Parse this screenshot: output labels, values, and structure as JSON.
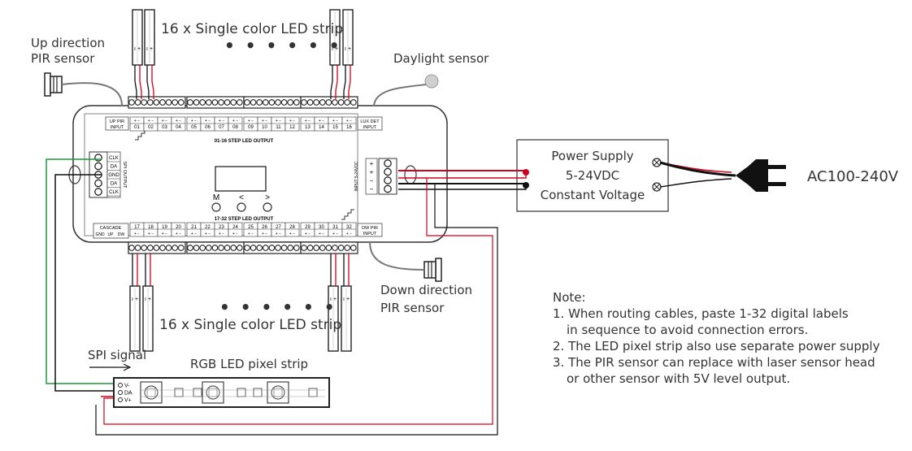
{
  "labels": {
    "up_pir": [
      "Up direction",
      "PIR sensor"
    ],
    "down_pir": [
      "Down direction",
      "PIR sensor"
    ],
    "daylight": "Daylight sensor",
    "strip_top": "16 x Single color LED strip",
    "strip_bottom": "16 x Single color LED strip",
    "dots": "• • • • • •",
    "spi_signal": "SPI signal",
    "pixel_strip": "RGB LED pixel strip",
    "ac": "AC100-240V"
  },
  "psu": {
    "lines": [
      "Power Supply",
      "5-24VDC",
      "Constant Voltage"
    ]
  },
  "controller": {
    "top_left_block": [
      "UP PIR",
      "INPUT"
    ],
    "top_right_block": [
      "LUX DET",
      "INPUT"
    ],
    "bottom_left_block": "CASCADE",
    "bottom_left_pins": [
      "GND",
      "UP",
      "DW"
    ],
    "bottom_right_block": [
      "DW PIR",
      "INPUT"
    ],
    "top_channels": [
      "01",
      "02",
      "03",
      "04",
      "05",
      "06",
      "07",
      "08",
      "09",
      "10",
      "11",
      "12",
      "13",
      "14",
      "15",
      "16"
    ],
    "bottom_channels": [
      "17",
      "18",
      "19",
      "20",
      "21",
      "22",
      "23",
      "24",
      "25",
      "26",
      "27",
      "28",
      "29",
      "30",
      "31",
      "32"
    ],
    "top_section_label": "01-16 STEP LED OUTPUT",
    "bottom_section_label": "17-32 STEP LED OUTPUT",
    "spi_pins": [
      "CLK",
      "DA",
      "GND",
      "DA",
      "CLK"
    ],
    "spi_side_label": "SPI OUTPUT",
    "input_side_label": "INPUT 5-24VDC",
    "input_pins": [
      "+",
      "+",
      "−",
      "−"
    ],
    "buttons": [
      "M",
      "<",
      ">"
    ]
  },
  "pixel_strip_pins": [
    "V-",
    "DA",
    "V+"
  ],
  "notes": {
    "title": "Note:",
    "items": [
      {
        "lines": [
          "1. When routing cables, paste 1-32 digital labels",
          "in sequence to avoid connection errors."
        ]
      },
      {
        "lines": [
          "2. The LED pixel strip also use separate power supply"
        ]
      },
      {
        "lines": [
          "3. The PIR sensor can replace with laser sensor head",
          "or other sensor with 5V level output."
        ]
      }
    ]
  },
  "colors": {
    "wire_red": "#d0021b",
    "wire_green": "#1a9a3a",
    "wire_black": "#111111",
    "outline": "#333333"
  }
}
